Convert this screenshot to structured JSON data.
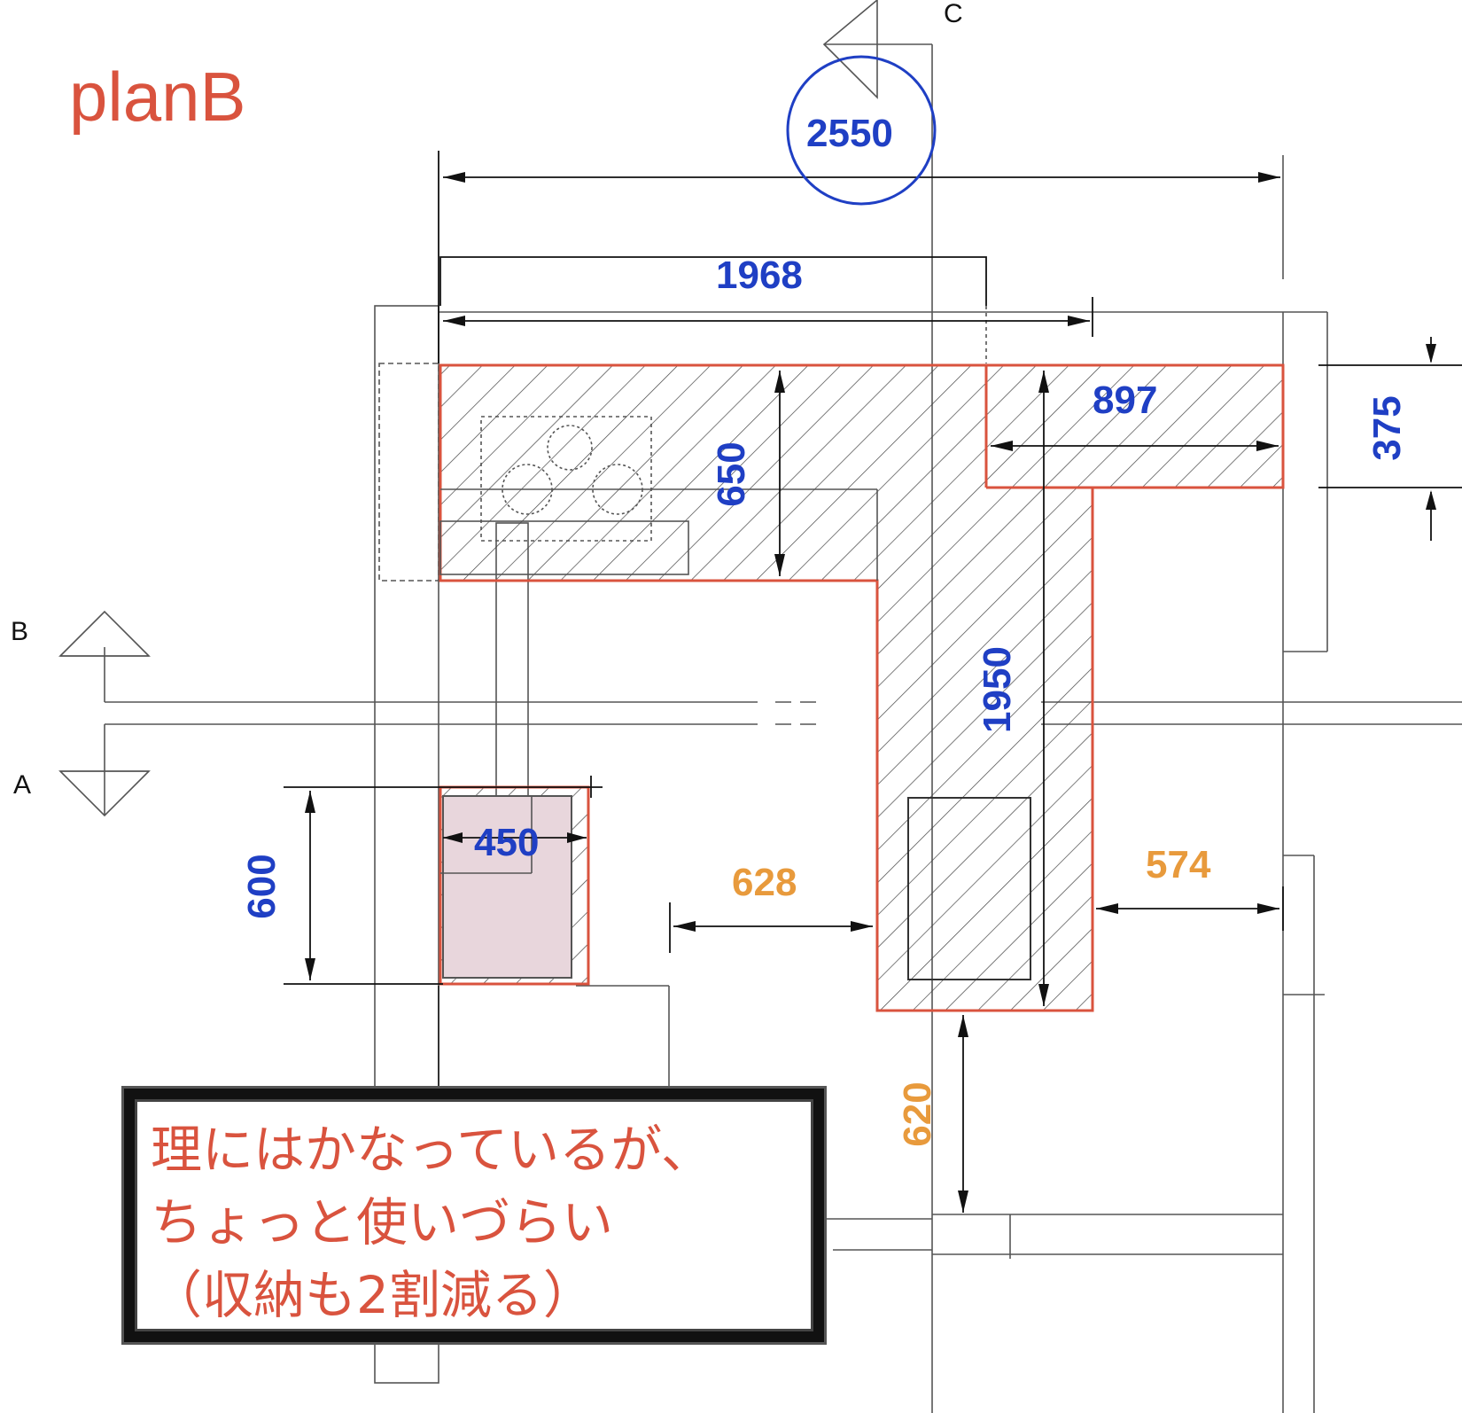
{
  "plan": {
    "title": "planB",
    "section_markers": {
      "a": "A",
      "b": "B",
      "c": "C"
    },
    "dimensions": {
      "overall_width": "2550",
      "upper_run": "1968",
      "return_width": "897",
      "depth_375": "375",
      "depth_650": "650",
      "island_length": "1950",
      "small_width": "450",
      "small_depth": "600",
      "gap_628": "628",
      "gap_574": "574",
      "gap_620": "620"
    },
    "note": {
      "lines": [
        "理にはかなっているが、",
        "ちょっと使いづらい",
        "（収納も2割減る）"
      ]
    },
    "colors": {
      "outline": "#d9533e",
      "dimension_text": "#1f3fc4",
      "clearance_text": "#e89a3c"
    }
  }
}
